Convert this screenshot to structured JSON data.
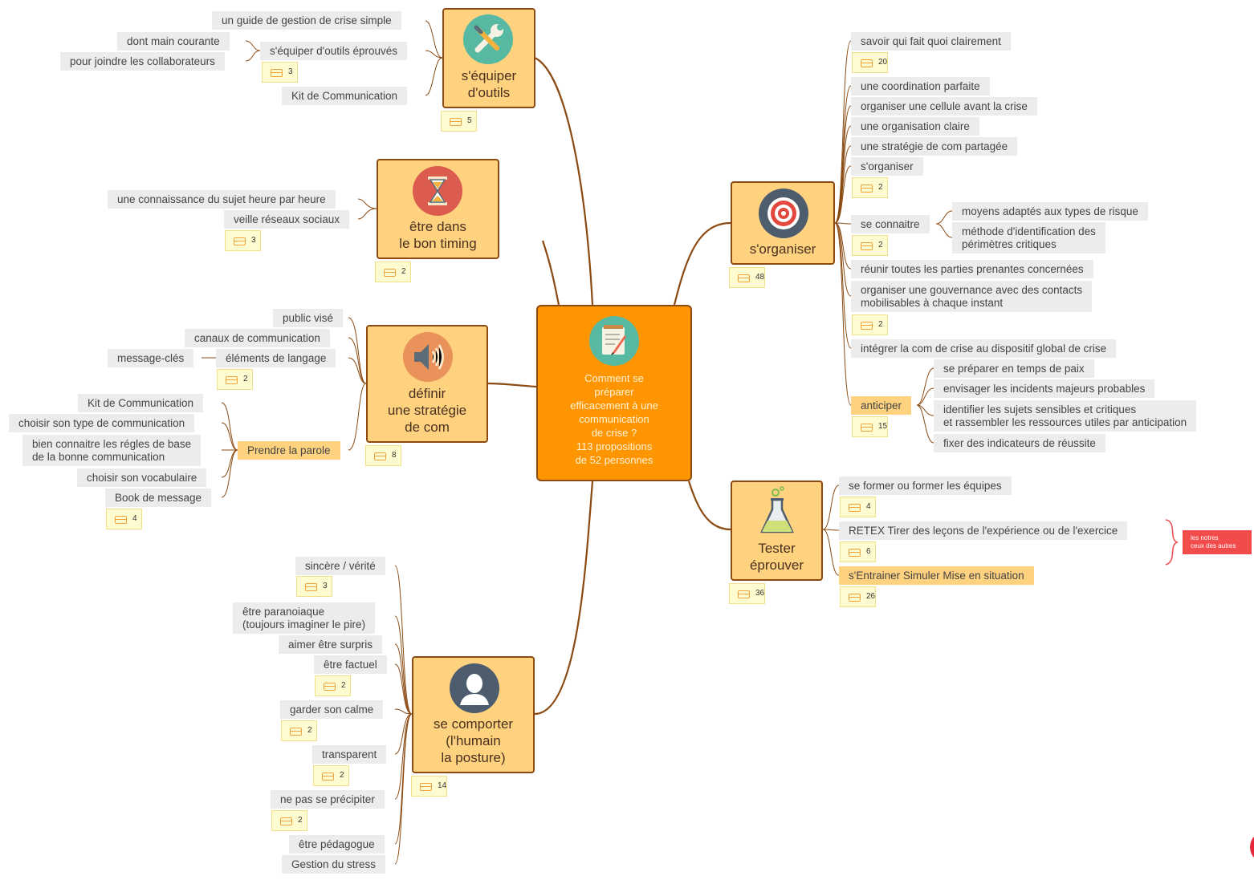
{
  "central": {
    "title": "Comment se\npréparer\nefficacement à une\ncommunication\nde crise ?\n113 propositions\nde 52 personnes",
    "icon": "notepad-pencil-icon"
  },
  "colors": {
    "topic_fill": "#ffd27f",
    "topic_border": "#8a4a12",
    "central_fill": "#ff9500",
    "leaf_fill": "#ececec",
    "note_fill": "#fffbd0",
    "callout": "#f24b4b"
  },
  "topics": {
    "equiper": {
      "title": "s'équiper\nd'outils",
      "icon": "tools-icon",
      "count": "5",
      "leaves": [
        {
          "label": "un guide de gestion de crise simple"
        },
        {
          "label": "s'équiper d'outils éprouvés",
          "count": "3",
          "children": [
            "dont main courante",
            "pour joindre les collaborateurs"
          ]
        },
        {
          "label": "Kit de Communication"
        }
      ]
    },
    "timing": {
      "title": "être dans\nle bon timing",
      "icon": "hourglass-icon",
      "count": "2",
      "leaves": [
        {
          "label": "une connaissance du sujet heure par heure"
        },
        {
          "label": "veille réseaux sociaux",
          "count": "3"
        }
      ]
    },
    "strategie": {
      "title": "définir\nune stratégie\nde com",
      "icon": "speaker-icon",
      "count": "8",
      "leaves": [
        {
          "label": "public visé"
        },
        {
          "label": "canaux de communication"
        },
        {
          "label": "éléments de langage",
          "count": "2",
          "children": [
            "message-clés"
          ]
        },
        {
          "label": "Prendre la parole",
          "count": "4",
          "children": [
            "Kit de Communication",
            "choisir son type de communication",
            "bien connaitre les régles de base\nde la bonne communication",
            "choisir son vocabulaire",
            "Book de message"
          ]
        }
      ]
    },
    "comporter": {
      "title": "se comporter\n(l'humain\nla posture)",
      "icon": "person-icon",
      "count": "14",
      "leaves": [
        {
          "label": "sincère / vérité",
          "count": "3"
        },
        {
          "label": "être paranoiaque\n(toujours imaginer le pire)"
        },
        {
          "label": "aimer être surpris"
        },
        {
          "label": "être factuel",
          "count": "2"
        },
        {
          "label": "garder son calme",
          "count": "2"
        },
        {
          "label": "transparent",
          "count": "2"
        },
        {
          "label": "ne pas se précipiter",
          "count": "2"
        },
        {
          "label": "être pédagogue"
        },
        {
          "label": "Gestion du stress"
        }
      ]
    },
    "organiser": {
      "title": "s'organiser",
      "icon": "target-icon",
      "count": "48",
      "leaves": [
        {
          "label": "savoir qui fait quoi clairement",
          "count": "20"
        },
        {
          "label": "une coordination parfaite"
        },
        {
          "label": "organiser une cellule avant la crise"
        },
        {
          "label": "une organisation claire"
        },
        {
          "label": "une stratégie de com partagée"
        },
        {
          "label": "s'organiser",
          "count": "2"
        },
        {
          "label": "se connaitre",
          "count": "2",
          "children": [
            "moyens adaptés aux types de risque",
            "méthode d'identification des\npérimètres critiques"
          ]
        },
        {
          "label": "réunir toutes les parties prenantes concernées"
        },
        {
          "label": "organiser une gouvernance avec des contacts\nmobilisables à chaque instant",
          "count": "2"
        },
        {
          "label": "intégrer la com de crise au dispositif global de crise"
        },
        {
          "label": "anticiper",
          "count": "15",
          "children": [
            "se préparer en temps de paix",
            "envisager les incidents majeurs probables",
            "identifier les sujets sensibles et critiques\net rassembler les ressources utiles par anticipation",
            "fixer des indicateurs de réussite"
          ]
        }
      ]
    },
    "tester": {
      "title": "Tester\néprouver",
      "icon": "flask-icon",
      "count": "36",
      "leaves": [
        {
          "label": "se former ou former les équipes",
          "count": "4"
        },
        {
          "label": "RETEX Tirer des leçons de l'expérience ou de l'exercice",
          "count": "6"
        },
        {
          "label": "s'Entrainer Simuler Mise en situation",
          "count": "26"
        }
      ],
      "callout": "les notres\nceux des autres"
    }
  }
}
